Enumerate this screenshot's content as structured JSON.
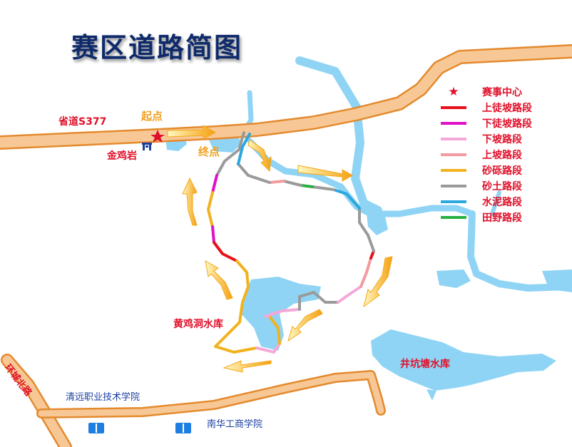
{
  "title": "赛区道路简图",
  "labels": {
    "provincial_road": "省道S377",
    "start": "起点",
    "finish": "终点",
    "jinjiyan": "金鸡岩",
    "huangjidong_reservoir": "黄鸡洞水库",
    "jingkengtang_reservoir": "井坑塘水库",
    "huanlan_north_road": "环城北路",
    "qingyuan_college": "清远职业技术学院",
    "nanhua_college": "南华工商学院"
  },
  "legend": {
    "event_center": {
      "label": "赛事中心",
      "icon": "star-icon",
      "color": "#e0102a"
    },
    "items": [
      {
        "label": "上徒坡路段",
        "color": "#e8101a"
      },
      {
        "label": "下徒坡路段",
        "color": "#e010c8"
      },
      {
        "label": "下坡路段",
        "color": "#f4a8d8"
      },
      {
        "label": "上坡路段",
        "color": "#f29aa0"
      },
      {
        "label": "砂砾路段",
        "color": "#f2b21e"
      },
      {
        "label": "砂土路段",
        "color": "#9a9a9a"
      },
      {
        "label": "水泥路段",
        "color": "#2aa8e0"
      },
      {
        "label": "田野路段",
        "color": "#28b040"
      }
    ]
  },
  "colors": {
    "road_fill": "#f7c896",
    "road_border": "#e48a2e",
    "water": "#8fd4f4",
    "water_border": "#2f9ad8",
    "arrow": "#f4a818",
    "label_red": "#e0102a",
    "label_orange": "#f0a020",
    "label_blue": "#1a3ea0"
  }
}
